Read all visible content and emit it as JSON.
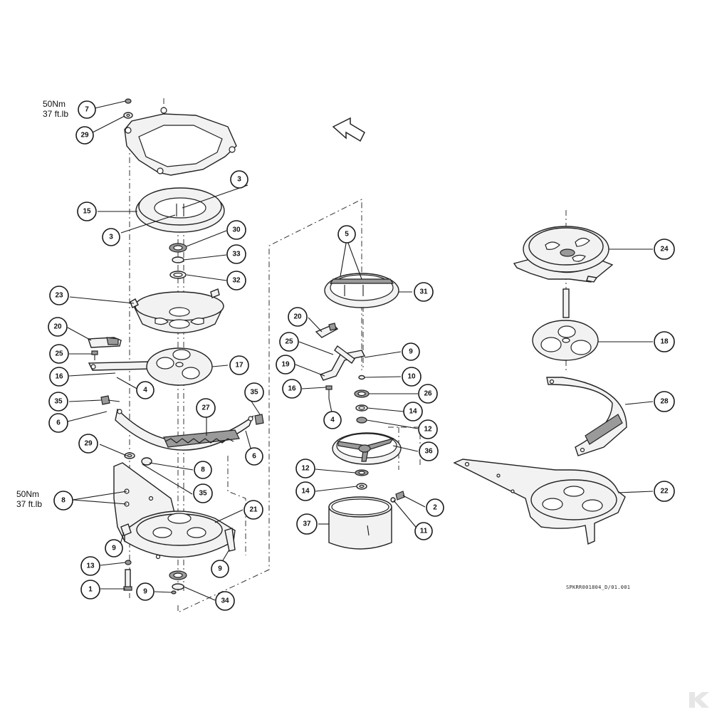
{
  "torque_top": {
    "line1": "50Nm",
    "line2": "37 ft.lb"
  },
  "torque_bottom": {
    "line1": "50Nm",
    "line2": "37 ft.lb"
  },
  "drawing_code": "SPKRR001804_D/01.001",
  "callouts": {
    "left": [
      "7",
      "29",
      "3",
      "15",
      "3",
      "30",
      "33",
      "32",
      "23",
      "20",
      "25",
      "16",
      "17",
      "4",
      "35",
      "35",
      "6",
      "27",
      "6",
      "29",
      "8",
      "35",
      "8",
      "21",
      "9",
      "13",
      "9",
      "1",
      "9",
      "34"
    ],
    "middle": [
      "5",
      "31",
      "20",
      "25",
      "9",
      "19",
      "10",
      "16",
      "26",
      "4",
      "14",
      "12",
      "36",
      "12",
      "14",
      "2",
      "37",
      "11"
    ],
    "right": [
      "24",
      "18",
      "28",
      "22"
    ]
  }
}
